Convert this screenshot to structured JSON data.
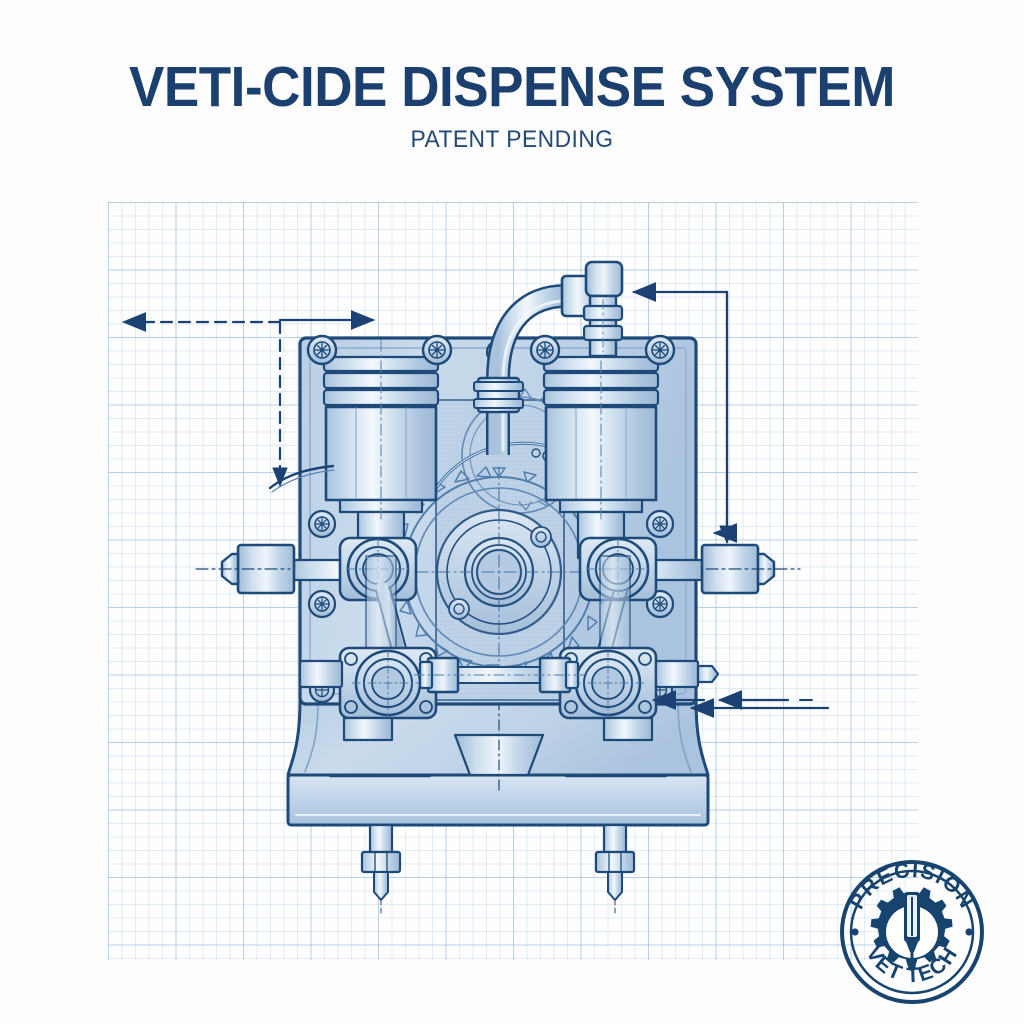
{
  "document": {
    "title": "VETI-CIDE DISPENSE SYSTEM",
    "subtitle": "PATENT PENDING",
    "style": "technical blueprint illustration on graph paper"
  },
  "colors": {
    "title_navy": "#1b3f6e",
    "subtitle_navy": "#24497a",
    "line_navy": "#1e4a7a",
    "line_dark": "#17406f",
    "metal_fill_light": "#e2ecf6",
    "metal_fill_mid": "#c3d6e9",
    "metal_fill_dark": "#a7c1dc",
    "metal_shadow": "#8fadcc",
    "grid_minor": "#b0cde5",
    "grid_major": "#96bad8",
    "paper": "#fefeff",
    "page_background": "#fdfdfd",
    "logo_navy": "#17446f"
  },
  "logo": {
    "top_arc_text": "PRECISION",
    "bottom_arc_text": "VET TECH",
    "center_icon": "gear-with-syringe-icon",
    "left_dot": "•",
    "right_dot": "•"
  },
  "drawing": {
    "name": "veti-cide-dispense-system-assembly",
    "view": "front elevation / section",
    "components": [
      {
        "id": "left-cylinder",
        "label": "left ribbed dispense cylinder"
      },
      {
        "id": "right-cylinder",
        "label": "right ribbed dispense cylinder"
      },
      {
        "id": "main-housing",
        "label": "main pump housing body"
      },
      {
        "id": "drive-gear",
        "label": "central drive gear"
      },
      {
        "id": "idler-gear",
        "label": "upper idler gear"
      },
      {
        "id": "inlet-pipe",
        "label": "curved inlet pipe with elbow"
      },
      {
        "id": "tee-fitting",
        "label": "tee fitting at pipe top"
      },
      {
        "id": "left-shaft",
        "label": "left cross shaft with hex nut"
      },
      {
        "id": "right-shaft",
        "label": "right cross shaft with hex nut"
      },
      {
        "id": "tie-rod",
        "label": "centre tie rod / coupling"
      },
      {
        "id": "left-bearing-upper",
        "label": "left upper bearing flange"
      },
      {
        "id": "right-bearing-upper",
        "label": "right upper bearing flange"
      },
      {
        "id": "left-bearing-lower",
        "label": "left lower bearing flange"
      },
      {
        "id": "right-bearing-lower",
        "label": "right lower bearing flange"
      },
      {
        "id": "base-plate",
        "label": "mounting base plate"
      },
      {
        "id": "left-nozzle",
        "label": "left dispense nozzle"
      },
      {
        "id": "right-nozzle",
        "label": "right dispense nozzle"
      },
      {
        "id": "corner-screws",
        "label": "phillips head fasteners"
      }
    ],
    "annotations": [
      {
        "id": "callout-top-left",
        "type": "leader-arrow",
        "direction": "right",
        "has_text": false
      },
      {
        "id": "callout-left-dashed",
        "type": "dashed-leader",
        "direction": "down",
        "has_text": false
      },
      {
        "id": "callout-left-hook",
        "type": "hook-leader",
        "direction": "left",
        "has_text": false
      },
      {
        "id": "callout-top-right",
        "type": "leader-arrow",
        "direction": "left",
        "has_text": false
      },
      {
        "id": "callout-right-down",
        "type": "leader-arrow",
        "direction": "down",
        "has_text": false
      },
      {
        "id": "callout-lower-right-a",
        "type": "leader-arrow",
        "direction": "left",
        "has_text": false
      },
      {
        "id": "callout-lower-right-b",
        "type": "leader-arrow",
        "direction": "left",
        "has_text": false
      }
    ],
    "centerlines": [
      {
        "id": "vertical-center",
        "style": "dash-dot",
        "orientation": "vertical"
      },
      {
        "id": "horizontal-shaft",
        "style": "dash-dot",
        "orientation": "horizontal"
      },
      {
        "id": "left-cylinder-axis",
        "style": "dash-dot",
        "orientation": "vertical"
      },
      {
        "id": "right-cylinder-axis",
        "style": "dash-dot",
        "orientation": "vertical"
      }
    ]
  }
}
